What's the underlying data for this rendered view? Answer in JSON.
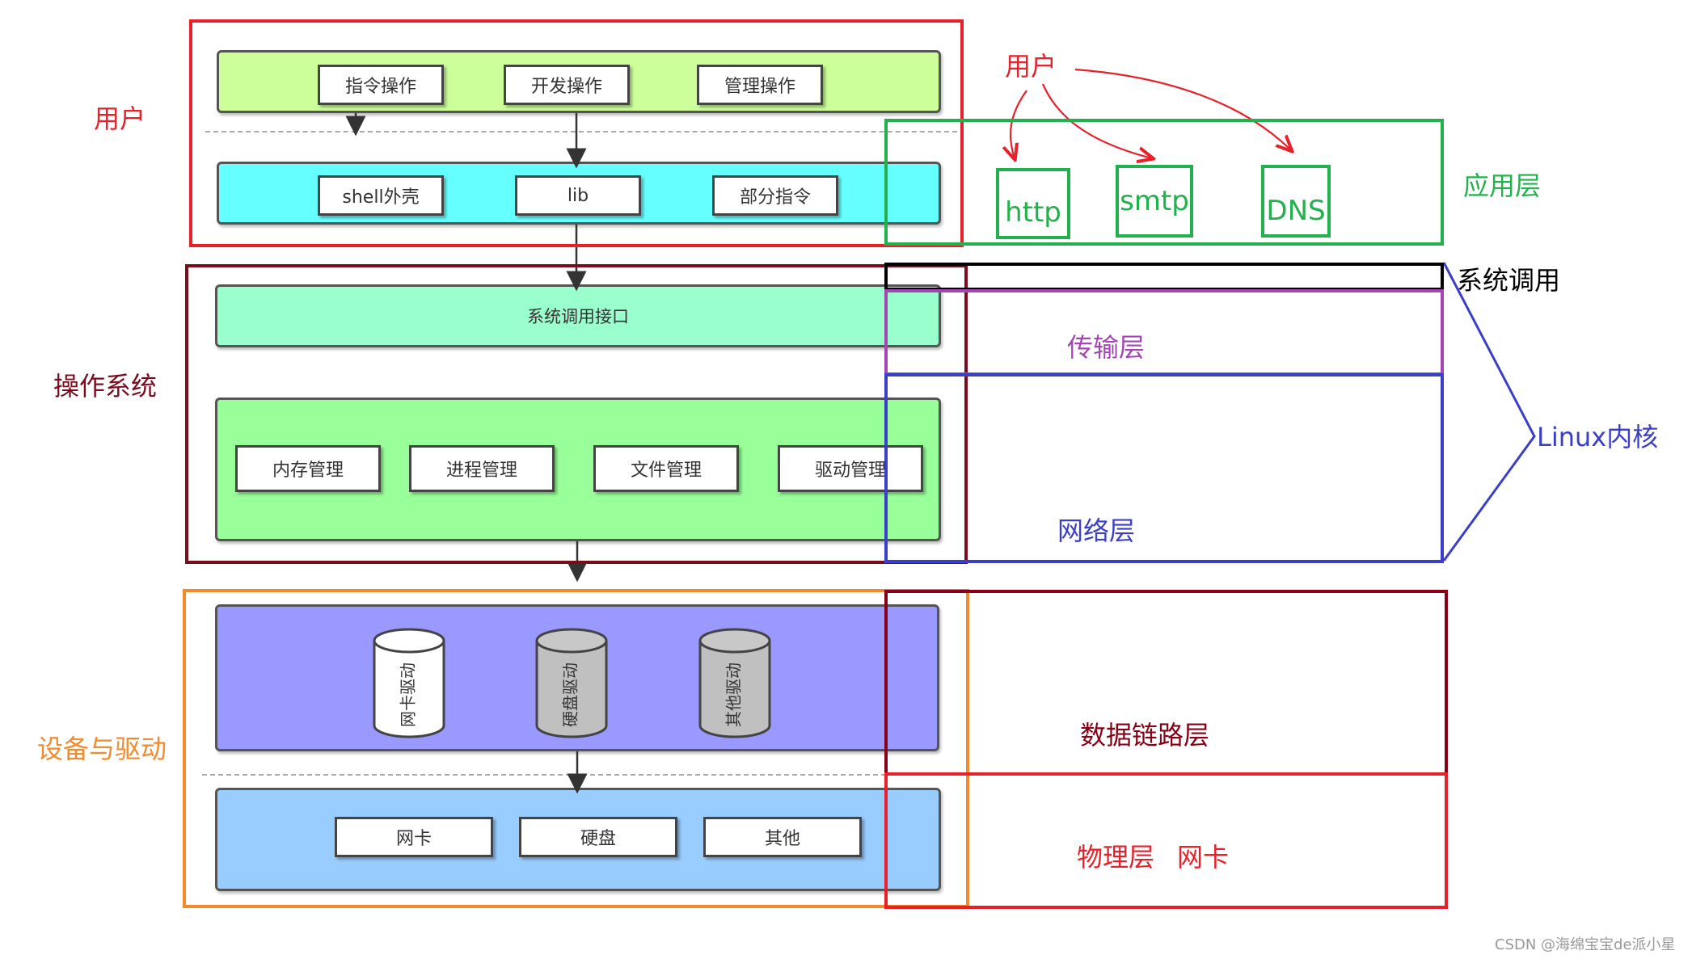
{
  "user_section": {
    "label": "用户",
    "top_buttons": [
      "指令操作",
      "开发操作",
      "管理操作"
    ],
    "mid_buttons": [
      "shell外壳",
      "lib",
      "部分指令"
    ]
  },
  "os_section": {
    "label": "操作系统",
    "syscall_interface": "系统调用接口",
    "managers": [
      "内存管理",
      "进程管理",
      "文件管理",
      "驱动管理"
    ]
  },
  "device_section": {
    "label": "设备与驱动",
    "drivers": [
      "网卡驱动",
      "硬盘驱动",
      "其他驱动"
    ],
    "hardware": [
      "网卡",
      "硬盘",
      "其他"
    ]
  },
  "network_model": {
    "user": "用户",
    "protocols": [
      "http",
      "smtp",
      "DNS"
    ],
    "application_layer": "应用层",
    "system_call": "系统调用",
    "transport_layer": "传输层",
    "network_layer": "网络层",
    "linux_kernel": "Linux内核",
    "datalink_layer": "数据链路层",
    "physical_layer": "物理层",
    "nic": "网卡"
  },
  "watermark": "CSDN @海绵宝宝de派小星",
  "colors": {
    "user_red": "#e8202a",
    "os_darkred": "#7a0c1e",
    "device_orange": "#f28a2e",
    "app_green": "#22b14c",
    "transport_purple": "#a346b3",
    "network_blue": "#3b3fc8",
    "datalink_red": "#880015",
    "band_top": "#ccff99",
    "band_shell": "#66ffff",
    "band_syscall": "#99ffcc",
    "band_kernel": "#99ff99",
    "band_driver": "#9999ff",
    "band_hw": "#99ccff"
  }
}
